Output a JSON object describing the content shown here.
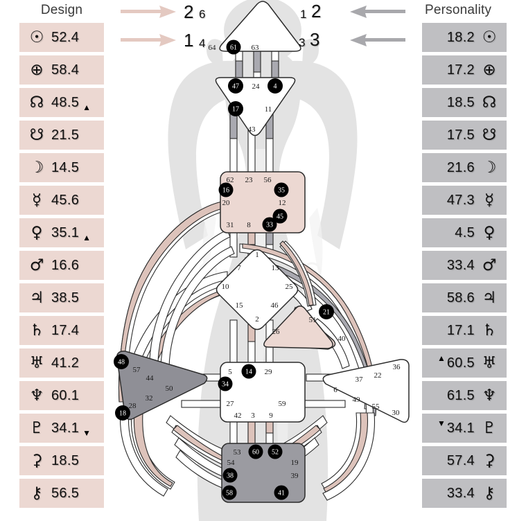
{
  "design": {
    "title": "Design",
    "accent": "#ecd8d2",
    "rows": [
      {
        "glyph": "☉",
        "name": "sun-icon",
        "value": "52.4",
        "arrow": ""
      },
      {
        "glyph": "⊕",
        "name": "earth-icon",
        "value": "58.4",
        "arrow": ""
      },
      {
        "glyph": "☊",
        "name": "north-node-icon",
        "value": "48.5",
        "arrow": "▲"
      },
      {
        "glyph": "☋",
        "name": "south-node-icon",
        "value": "21.5",
        "arrow": ""
      },
      {
        "glyph": "☽",
        "name": "moon-icon",
        "value": "14.5",
        "arrow": ""
      },
      {
        "glyph": "☿",
        "name": "mercury-icon",
        "value": "45.6",
        "arrow": ""
      },
      {
        "glyph": "♀",
        "name": "venus-icon",
        "value": "35.1",
        "arrow": "▲"
      },
      {
        "glyph": "♂",
        "name": "mars-icon",
        "value": "16.6",
        "arrow": ""
      },
      {
        "glyph": "♃",
        "name": "jupiter-icon",
        "value": "38.5",
        "arrow": ""
      },
      {
        "glyph": "♄",
        "name": "saturn-icon",
        "value": "17.4",
        "arrow": ""
      },
      {
        "glyph": "♅",
        "name": "uranus-icon",
        "value": "41.2",
        "arrow": ""
      },
      {
        "glyph": "♆",
        "name": "neptune-icon",
        "value": "60.1",
        "arrow": ""
      },
      {
        "glyph": "♇",
        "name": "pluto-icon",
        "value": "34.1",
        "arrow": "▼"
      },
      {
        "glyph": "⚳",
        "name": "chiron-icon",
        "value": "18.5",
        "arrow": ""
      },
      {
        "glyph": "⚷",
        "name": "lilith-icon",
        "value": "56.5",
        "arrow": ""
      }
    ]
  },
  "personality": {
    "title": "Personality",
    "accent": "#bfbfc2",
    "rows": [
      {
        "glyph": "☉",
        "name": "sun-icon",
        "value": "18.2",
        "arrow": ""
      },
      {
        "glyph": "⊕",
        "name": "earth-icon",
        "value": "17.2",
        "arrow": ""
      },
      {
        "glyph": "☊",
        "name": "north-node-icon",
        "value": "18.5",
        "arrow": ""
      },
      {
        "glyph": "☋",
        "name": "south-node-icon",
        "value": "17.5",
        "arrow": ""
      },
      {
        "glyph": "☽",
        "name": "moon-icon",
        "value": "21.6",
        "arrow": ""
      },
      {
        "glyph": "☿",
        "name": "mercury-icon",
        "value": "47.3",
        "arrow": ""
      },
      {
        "glyph": "♀",
        "name": "venus-icon",
        "value": "4.5",
        "arrow": ""
      },
      {
        "glyph": "♂",
        "name": "mars-icon",
        "value": "33.4",
        "arrow": ""
      },
      {
        "glyph": "♃",
        "name": "jupiter-icon",
        "value": "58.6",
        "arrow": ""
      },
      {
        "glyph": "♄",
        "name": "saturn-icon",
        "value": "17.1",
        "arrow": ""
      },
      {
        "glyph": "♅",
        "name": "uranus-icon",
        "value": "60.5",
        "arrow": "▲"
      },
      {
        "glyph": "♆",
        "name": "neptune-icon",
        "value": "61.5",
        "arrow": ""
      },
      {
        "glyph": "♇",
        "name": "pluto-icon",
        "value": "34.1",
        "arrow": "▼"
      },
      {
        "glyph": "⚳",
        "name": "chiron-icon",
        "value": "57.4",
        "arrow": ""
      },
      {
        "glyph": "⚷",
        "name": "lilith-icon",
        "value": "33.4",
        "arrow": ""
      }
    ]
  },
  "profile": {
    "design_top": "2",
    "design_top_small": "6",
    "design_bottom": "1",
    "design_bottom_small": "4",
    "personality_top": "2",
    "personality_top_small": "1",
    "personality_bottom": "3",
    "personality_bottom_small": "3"
  },
  "chart_data": {
    "type": "diagram",
    "title": "Human Design BodyGraph",
    "centers": [
      {
        "name": "head",
        "shape": "triangle-up",
        "state": "undefined",
        "fill": "#ffffff",
        "gates": [
          {
            "n": "64",
            "activated": false
          },
          {
            "n": "61",
            "activated": true
          },
          {
            "n": "63",
            "activated": false
          }
        ]
      },
      {
        "name": "ajna",
        "shape": "triangle-down",
        "state": "undefined",
        "fill": "#ffffff",
        "gates": [
          {
            "n": "47",
            "activated": true
          },
          {
            "n": "24",
            "activated": false
          },
          {
            "n": "4",
            "activated": true
          },
          {
            "n": "17",
            "activated": true
          },
          {
            "n": "11",
            "activated": false
          },
          {
            "n": "43",
            "activated": false
          }
        ]
      },
      {
        "name": "throat",
        "shape": "square",
        "state": "defined",
        "fill": "#ecd8d2",
        "gates": [
          {
            "n": "62",
            "activated": false
          },
          {
            "n": "23",
            "activated": false
          },
          {
            "n": "56",
            "activated": false
          },
          {
            "n": "16",
            "activated": true
          },
          {
            "n": "35",
            "activated": true
          },
          {
            "n": "20",
            "activated": false
          },
          {
            "n": "12",
            "activated": false
          },
          {
            "n": "45",
            "activated": true
          },
          {
            "n": "31",
            "activated": false
          },
          {
            "n": "8",
            "activated": false
          },
          {
            "n": "33",
            "activated": true
          }
        ]
      },
      {
        "name": "g-center",
        "shape": "diamond",
        "state": "undefined",
        "fill": "#ffffff",
        "gates": [
          {
            "n": "1",
            "activated": false
          },
          {
            "n": "7",
            "activated": false
          },
          {
            "n": "13",
            "activated": false
          },
          {
            "n": "10",
            "activated": false
          },
          {
            "n": "25",
            "activated": false
          },
          {
            "n": "15",
            "activated": false
          },
          {
            "n": "46",
            "activated": false
          },
          {
            "n": "2",
            "activated": false
          }
        ]
      },
      {
        "name": "heart",
        "shape": "triangle-right",
        "state": "defined",
        "fill": "#ecd8d2",
        "gates": [
          {
            "n": "21",
            "activated": true
          },
          {
            "n": "51",
            "activated": false
          },
          {
            "n": "26",
            "activated": false
          },
          {
            "n": "40",
            "activated": false
          }
        ]
      },
      {
        "name": "spleen",
        "shape": "triangle-right",
        "state": "defined",
        "fill": "#8f8f96",
        "gates": [
          {
            "n": "48",
            "activated": true
          },
          {
            "n": "57",
            "activated": false
          },
          {
            "n": "44",
            "activated": false
          },
          {
            "n": "50",
            "activated": false
          },
          {
            "n": "32",
            "activated": false
          },
          {
            "n": "28",
            "activated": false
          },
          {
            "n": "18",
            "activated": true
          }
        ]
      },
      {
        "name": "sacral",
        "shape": "square",
        "state": "undefined",
        "fill": "#ffffff",
        "gates": [
          {
            "n": "5",
            "activated": false
          },
          {
            "n": "14",
            "activated": true
          },
          {
            "n": "29",
            "activated": false
          },
          {
            "n": "34",
            "activated": true
          },
          {
            "n": "27",
            "activated": false
          },
          {
            "n": "59",
            "activated": false
          },
          {
            "n": "42",
            "activated": false
          },
          {
            "n": "3",
            "activated": false
          },
          {
            "n": "9",
            "activated": false
          }
        ]
      },
      {
        "name": "solar-plexus",
        "shape": "triangle-left",
        "state": "undefined",
        "fill": "#ffffff",
        "gates": [
          {
            "n": "36",
            "activated": false
          },
          {
            "n": "22",
            "activated": false
          },
          {
            "n": "37",
            "activated": false
          },
          {
            "n": "6",
            "activated": false
          },
          {
            "n": "49",
            "activated": false
          },
          {
            "n": "55",
            "activated": false
          },
          {
            "n": "30",
            "activated": false
          }
        ]
      },
      {
        "name": "root",
        "shape": "square",
        "state": "defined",
        "fill": "#9b9ba1",
        "gates": [
          {
            "n": "53",
            "activated": false
          },
          {
            "n": "60",
            "activated": true
          },
          {
            "n": "52",
            "activated": true
          },
          {
            "n": "54",
            "activated": false
          },
          {
            "n": "19",
            "activated": false
          },
          {
            "n": "38",
            "activated": true
          },
          {
            "n": "39",
            "activated": false
          },
          {
            "n": "58",
            "activated": true
          },
          {
            "n": "41",
            "activated": true
          }
        ]
      }
    ]
  }
}
